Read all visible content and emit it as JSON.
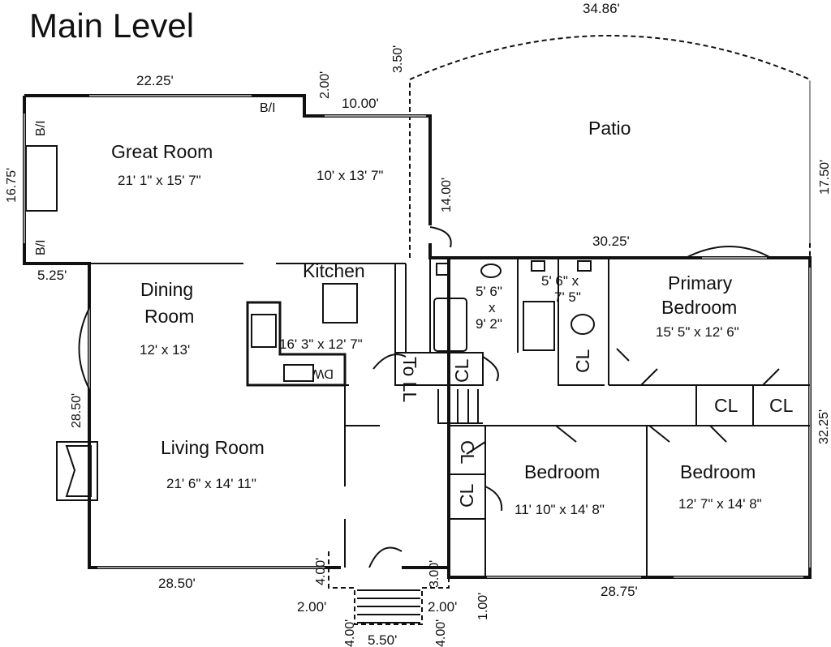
{
  "title": "Main Level",
  "rooms": {
    "great_room": {
      "name": "Great Room",
      "size": "21' 1\" x 15' 7\""
    },
    "great_room_ext": {
      "size": "10' x 13' 7\""
    },
    "patio": {
      "name": "Patio"
    },
    "kitchen": {
      "name": "Kitchen",
      "size": "16' 3\" x 12' 7\""
    },
    "dining": {
      "name_line1": "Dining",
      "name_line2": "Room",
      "size": "12' x 13'"
    },
    "living": {
      "name": "Living Room",
      "size": "21' 6\" x 14' 11\""
    },
    "bath1": {
      "l1": "5' 6\"",
      "l2": "x",
      "l3": "9' 2\""
    },
    "bath2": {
      "l1": "5' 6\" x",
      "l2": "7' 5\""
    },
    "primary": {
      "name_line1": "Primary",
      "name_line2": "Bedroom",
      "size": "15' 5\" x 12' 6\""
    },
    "bedroom2": {
      "name": "Bedroom",
      "size": "11' 10\" x 14' 8\""
    },
    "bedroom3": {
      "name": "Bedroom",
      "size": "12' 7\" x 14' 8\""
    }
  },
  "labels": {
    "bi": "B/I",
    "cl": "CL",
    "to_ll": "To LL",
    "dw": "DW"
  },
  "dimensions": {
    "patio_arc": "34.86'",
    "great_top": "22.25'",
    "jog": "2.00'",
    "patio_side": "3.50'",
    "ext_top": "10.00'",
    "great_left": "16.75'",
    "ext_right": "14.00'",
    "patio_right": "17.50'",
    "primary_top": "30.25'",
    "left_jog": "5.25'",
    "left_main": "28.50'",
    "right_main": "32.25'",
    "bottom_left": "28.50'",
    "bottom_right": "28.75'",
    "porch_left": "4.00'",
    "porch_right": "3.00'",
    "step_left": "2.00'",
    "step_right": "2.00'",
    "step_offset": "1.00'",
    "step_l_depth": "4.00'",
    "step_r_depth": "4.00'",
    "step_width": "5.50'"
  }
}
